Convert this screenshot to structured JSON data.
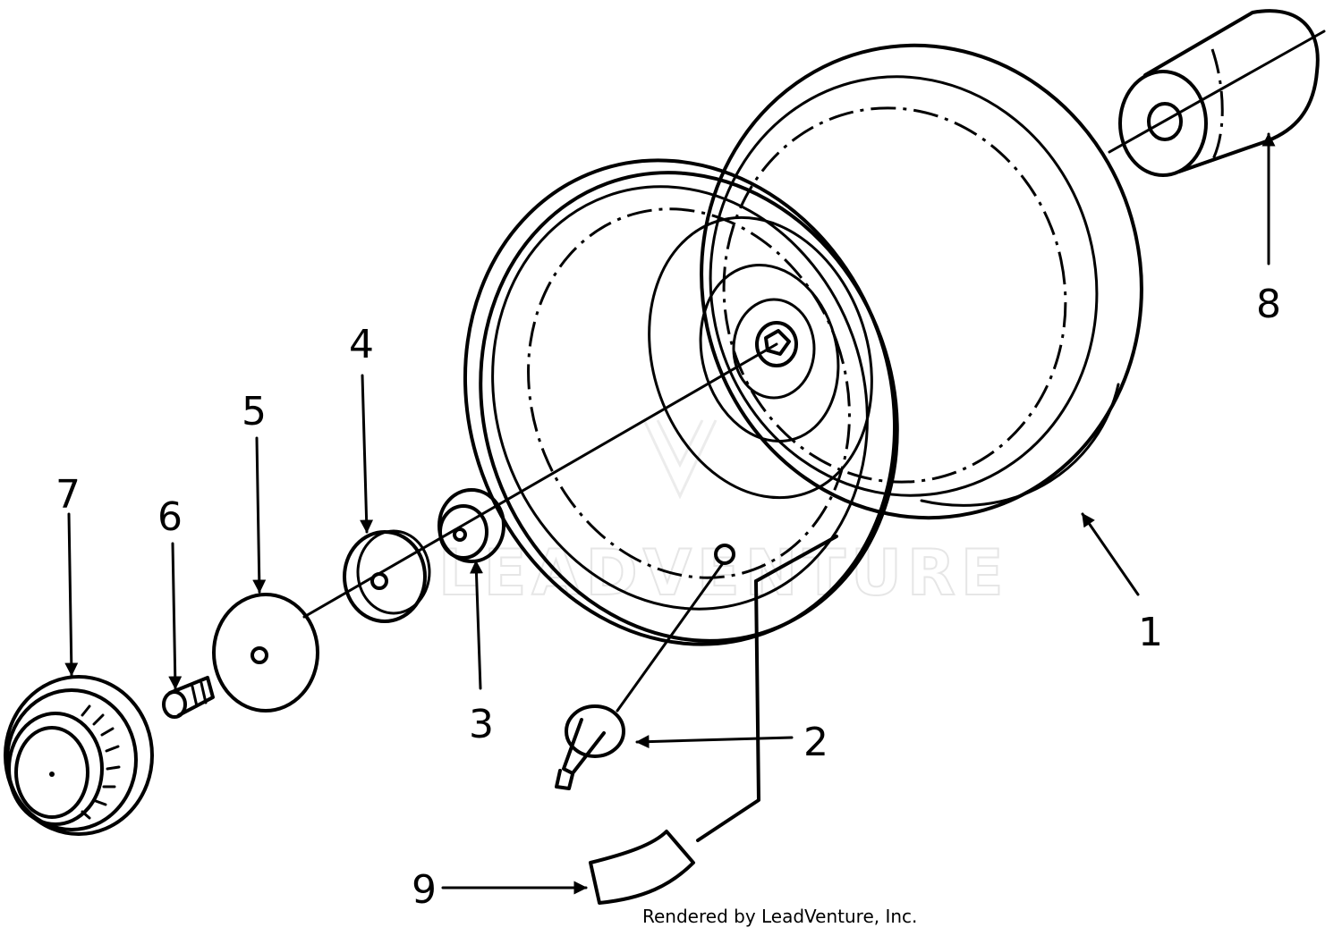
{
  "callouts": [
    "1",
    "2",
    "3",
    "4",
    "5",
    "6",
    "7",
    "8",
    "9"
  ],
  "watermark": "LEADVENTURE",
  "credit": "Rendered by LeadVenture, Inc."
}
